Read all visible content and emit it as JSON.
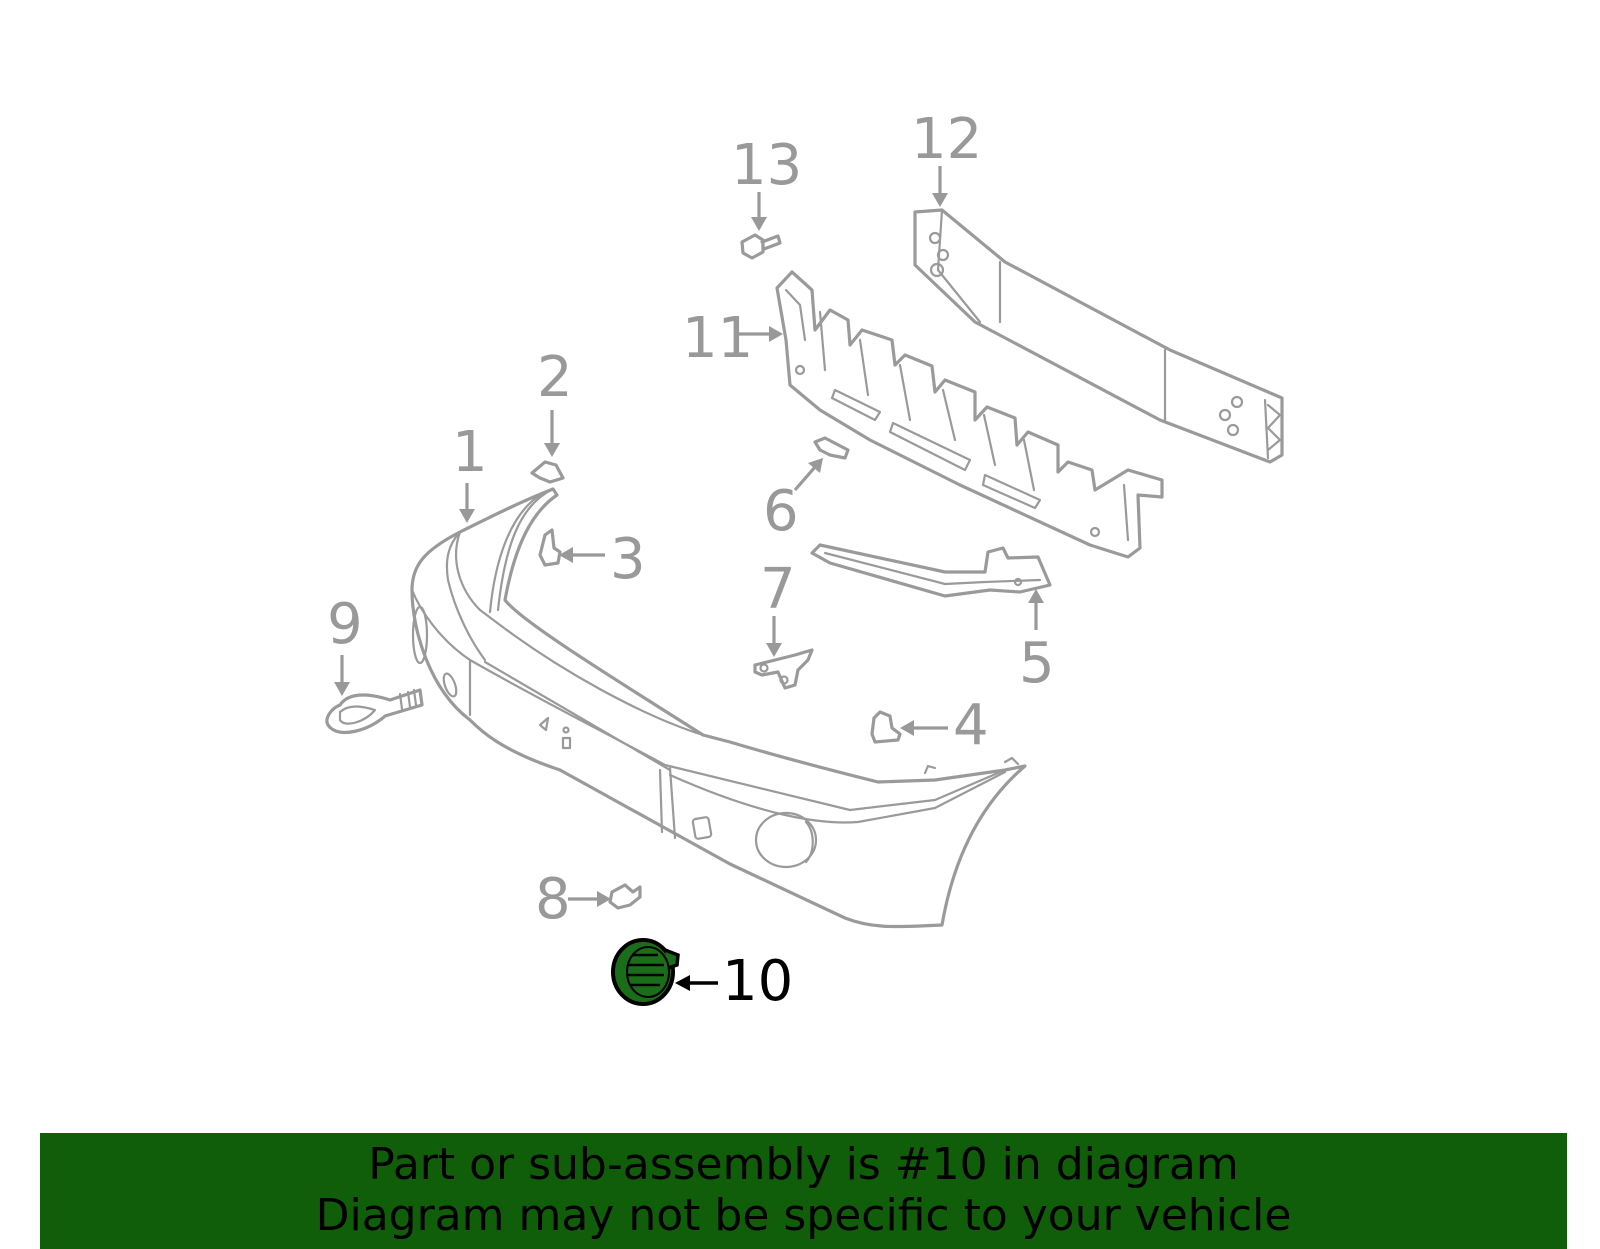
{
  "diagram": {
    "callouts": [
      "1",
      "2",
      "3",
      "4",
      "5",
      "6",
      "7",
      "8",
      "9",
      "10",
      "11",
      "12",
      "13"
    ],
    "highlighted_part": "10",
    "colors": {
      "line": "#9a9a9a",
      "highlight_fill": "#1a6e1a",
      "banner": "#115e0a",
      "text": "#000000"
    }
  },
  "banner": {
    "line1": "Part or sub-assembly is #10 in diagram",
    "line2": "Diagram may not be specific to your vehicle"
  }
}
